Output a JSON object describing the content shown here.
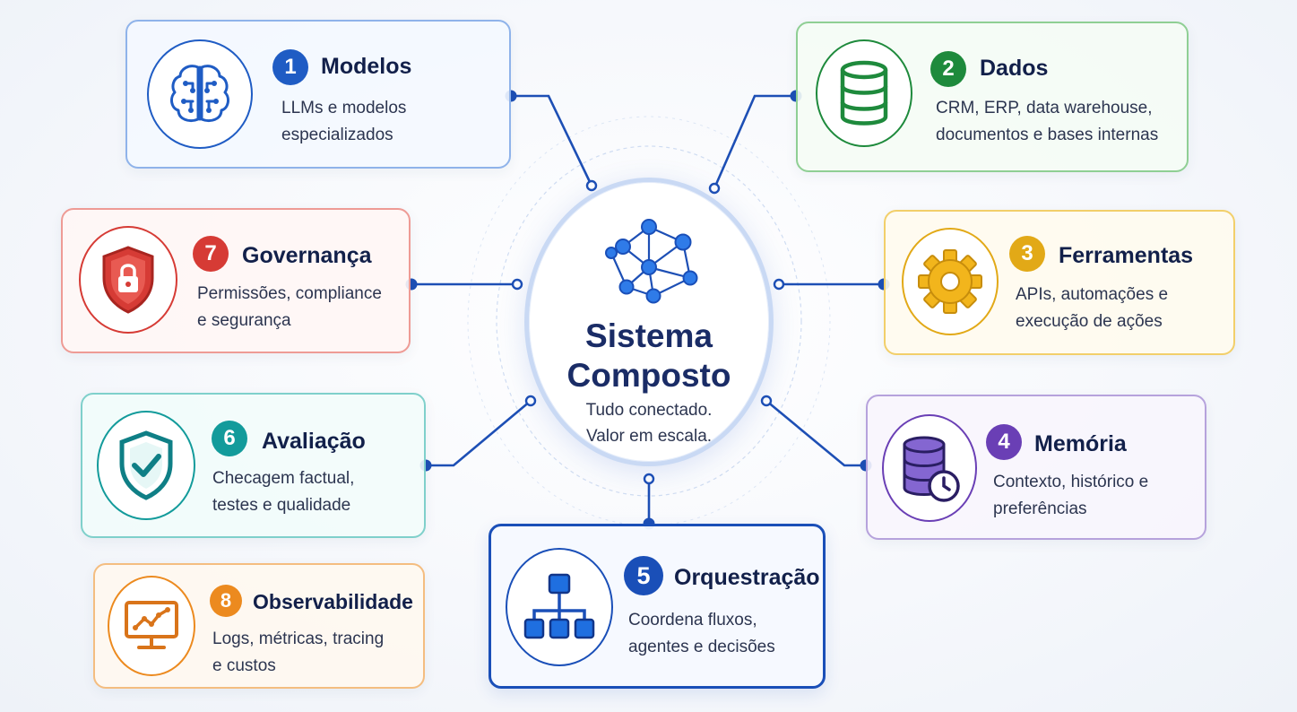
{
  "hub": {
    "title_line1": "Sistema",
    "title_line2": "Composto",
    "subtitle_line1": "Tudo conectado.",
    "subtitle_line2": "Valor em escala."
  },
  "nodes": [
    {
      "number": "1",
      "title": "Modelos",
      "line1": "LLMs e modelos",
      "line2": "especializados",
      "color": "#1f5cc4",
      "icon": "brain-icon"
    },
    {
      "number": "2",
      "title": "Dados",
      "line1": "CRM, ERP, data warehouse,",
      "line2": "documentos e bases internas",
      "color": "#1e8a3c",
      "icon": "database-icon"
    },
    {
      "number": "3",
      "title": "Ferramentas",
      "line1": "APIs, automações e",
      "line2": "execução de ações",
      "color": "#e2a917",
      "icon": "gear-icon"
    },
    {
      "number": "4",
      "title": "Memória",
      "line1": "Contexto, histórico e",
      "line2": "preferências",
      "color": "#6a3fb5",
      "icon": "memory-database-clock-icon"
    },
    {
      "number": "5",
      "title": "Orquestração",
      "line1": "Coordena fluxos,",
      "line2": "agentes e decisões",
      "color": "#1a4fb8",
      "icon": "hierarchy-icon"
    },
    {
      "number": "6",
      "title": "Avaliação",
      "line1": "Checagem factual,",
      "line2": "testes e qualidade",
      "color": "#139b9b",
      "icon": "shield-check-icon"
    },
    {
      "number": "7",
      "title": "Governança",
      "line1": "Permissões, compliance",
      "line2": "e segurança",
      "color": "#d63b35",
      "icon": "shield-lock-icon"
    },
    {
      "number": "8",
      "title": "Observabilidade",
      "line1": "Logs, métricas, tracing",
      "line2": "e custos",
      "color": "#ec8a1f",
      "icon": "monitor-chart-icon"
    }
  ]
}
